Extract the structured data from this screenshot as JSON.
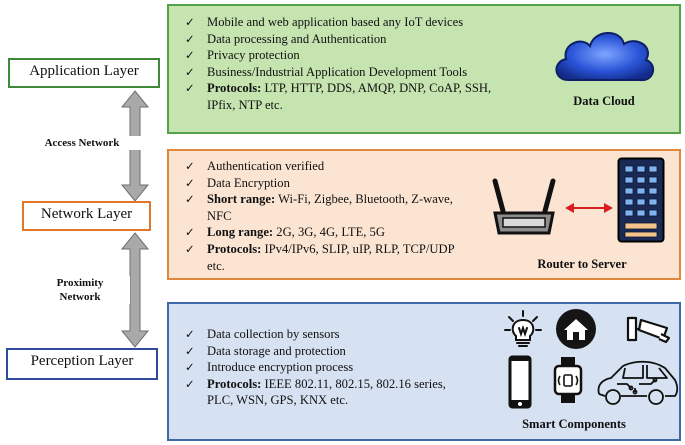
{
  "layers": {
    "application": "Application Layer",
    "network": "Network Layer",
    "perception": "Perception Layer"
  },
  "connectors": {
    "access": "Access Network",
    "proximity_line1": "Proximity",
    "proximity_line2": "Network"
  },
  "application_panel": {
    "items": [
      {
        "text": "Mobile and web application based any IoT devices"
      },
      {
        "text": "Data processing and Authentication"
      },
      {
        "text": "Privacy protection"
      },
      {
        "text": "Business/Industrial Application Development Tools"
      },
      {
        "bold": "Protocols:",
        "text": " LTP, HTTP, DDS, AMQP, DNP, CoAP, SSH, IPfix, NTP etc."
      }
    ],
    "caption": "Data Cloud"
  },
  "network_panel": {
    "items": [
      {
        "text": "Authentication verified"
      },
      {
        "text": "Data Encryption"
      },
      {
        "bold": "Short range:",
        "text": " Wi-Fi, Zigbee, Bluetooth, Z-wave, NFC"
      },
      {
        "bold": "Long range:",
        "text": " 2G, 3G, 4G, LTE, 5G"
      },
      {
        "bold": "Protocols:",
        "text": " IPv4/IPv6, SLIP, uIP, RLP, TCP/UDP etc."
      }
    ],
    "caption": "Router to Server"
  },
  "perception_panel": {
    "items": [
      {
        "text": "Data collection by sensors"
      },
      {
        "text": "Data storage and protection"
      },
      {
        "text": "Introduce encryption process"
      },
      {
        "bold": "Protocols:",
        "text": " IEEE 802.11, 802.15, 802.16 series, PLC, WSN, GPS, KNX etc."
      }
    ],
    "caption": "Smart Components"
  },
  "colors": {
    "application_border": "#3f8a3a",
    "application_fill": "#c6e4b0",
    "network_border": "#e0772c",
    "network_fill": "#fbe4d2",
    "perception_border": "#2f4a9a",
    "perception_fill": "#d6e1f1",
    "arrow_fill": "#a9a9a9",
    "cloud_blue": "#2a54d8",
    "link_red": "#d82020"
  },
  "icons": [
    "cloud-icon",
    "router-icon",
    "server-rack-icon",
    "bidirectional-arrow-icon",
    "smart-bulb-icon",
    "smart-home-icon",
    "cctv-camera-icon",
    "smartphone-icon",
    "smartwatch-icon",
    "smart-car-icon"
  ]
}
